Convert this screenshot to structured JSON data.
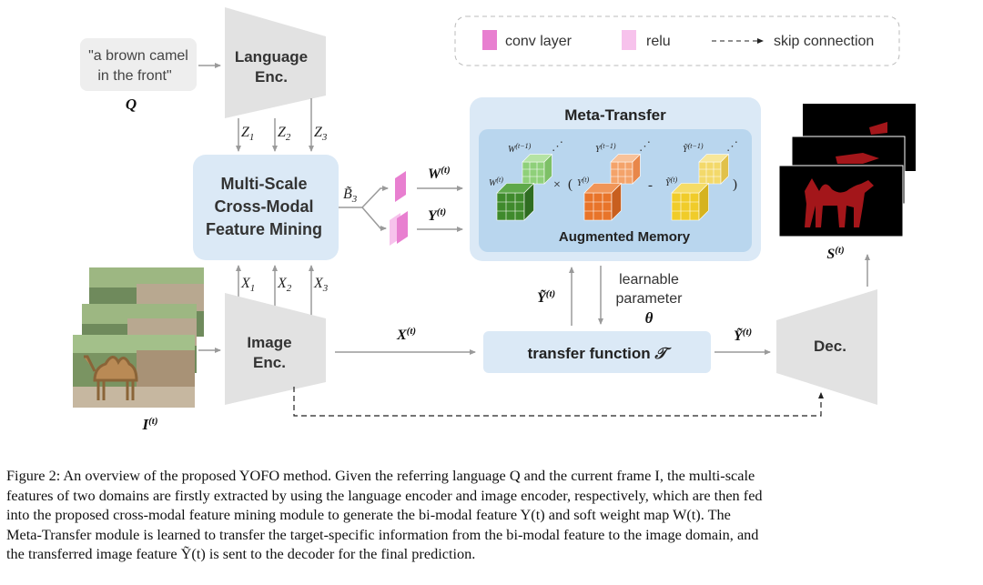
{
  "legend": {
    "conv_label": "conv layer",
    "relu_label": "relu",
    "skip_label": "skip connection",
    "conv_color": "#e87fd0",
    "relu_color": "#f7c2ec"
  },
  "query": {
    "line1": "\"a brown camel",
    "line2": "in the front\"",
    "symbol": "Q"
  },
  "language_encoder": {
    "line1": "Language",
    "line2": "Enc."
  },
  "image_encoder": {
    "line1": "Image",
    "line2": "Enc."
  },
  "decoder": {
    "label": "Dec."
  },
  "mining_module": {
    "line1": "Multi-Scale",
    "line2": "Cross-Modal",
    "line3": "Feature Mining"
  },
  "meta_transfer": {
    "title": "Meta-Transfer",
    "memory_label": "Augmented Memory"
  },
  "transfer_function": {
    "label": "transfer function",
    "symbol": "𝒯"
  },
  "learnable": {
    "line1": "learnable",
    "line2": "parameter",
    "symbol": "θ"
  },
  "symbols": {
    "z1": "Z",
    "z1_sub": "1",
    "z2": "Z",
    "z2_sub": "2",
    "z3": "Z",
    "z3_sub": "3",
    "x1": "X",
    "x1_sub": "1",
    "x2": "X",
    "x2_sub": "2",
    "x3": "X",
    "x3_sub": "3",
    "b3": "B̃",
    "b3_sub": "3",
    "w_out": "W",
    "y_out": "Y",
    "t_sup": "(t)",
    "x_t": "X",
    "y_tilde_left": "Ỹ",
    "y_tilde_right": "Ỹ",
    "s_t": "S",
    "i_t": "I"
  },
  "memory_labels": {
    "w_prev": "W",
    "y_prev": "Y",
    "yt_prev": "Ỹ",
    "prev_sup": "(t−1)",
    "w_cur": "W",
    "y_cur": "Y",
    "yt_cur": "Ỹ",
    "cur_sup": "(t)",
    "times": "×",
    "open_paren": "(",
    "minus": "-",
    "close_paren": ")",
    "dots": "⋰"
  },
  "caption": {
    "lines": [
      "Figure 2: An overview of the proposed YOFO method. Given the referring language Q and the current frame I, the multi-scale",
      "features of two domains are firstly extracted by using the language encoder and image encoder, respectively, which are then fed",
      "into the proposed cross-modal feature mining module to generate the bi-modal feature Y(t) and soft weight map W(t). The",
      "Meta-Transfer module is learned to transfer the target-specific information from the bi-modal feature to the image domain, and",
      "the transferred image feature Ỹ(t) is sent to the decoder for the final prediction."
    ]
  },
  "colors": {
    "box_fill": "#dbe9f6",
    "memory_fill": "#b9d6ee",
    "encoder_fill": "#e2e2e2",
    "arrow": "#9a9a9a",
    "cube_green_dark": "#3f8a2c",
    "cube_green_light": "#8fd07a",
    "cube_orange_dark": "#e8742a",
    "cube_orange_light": "#f4a36a",
    "cube_yellow": "#f0cc2a",
    "mask_red": "#a3161a"
  }
}
